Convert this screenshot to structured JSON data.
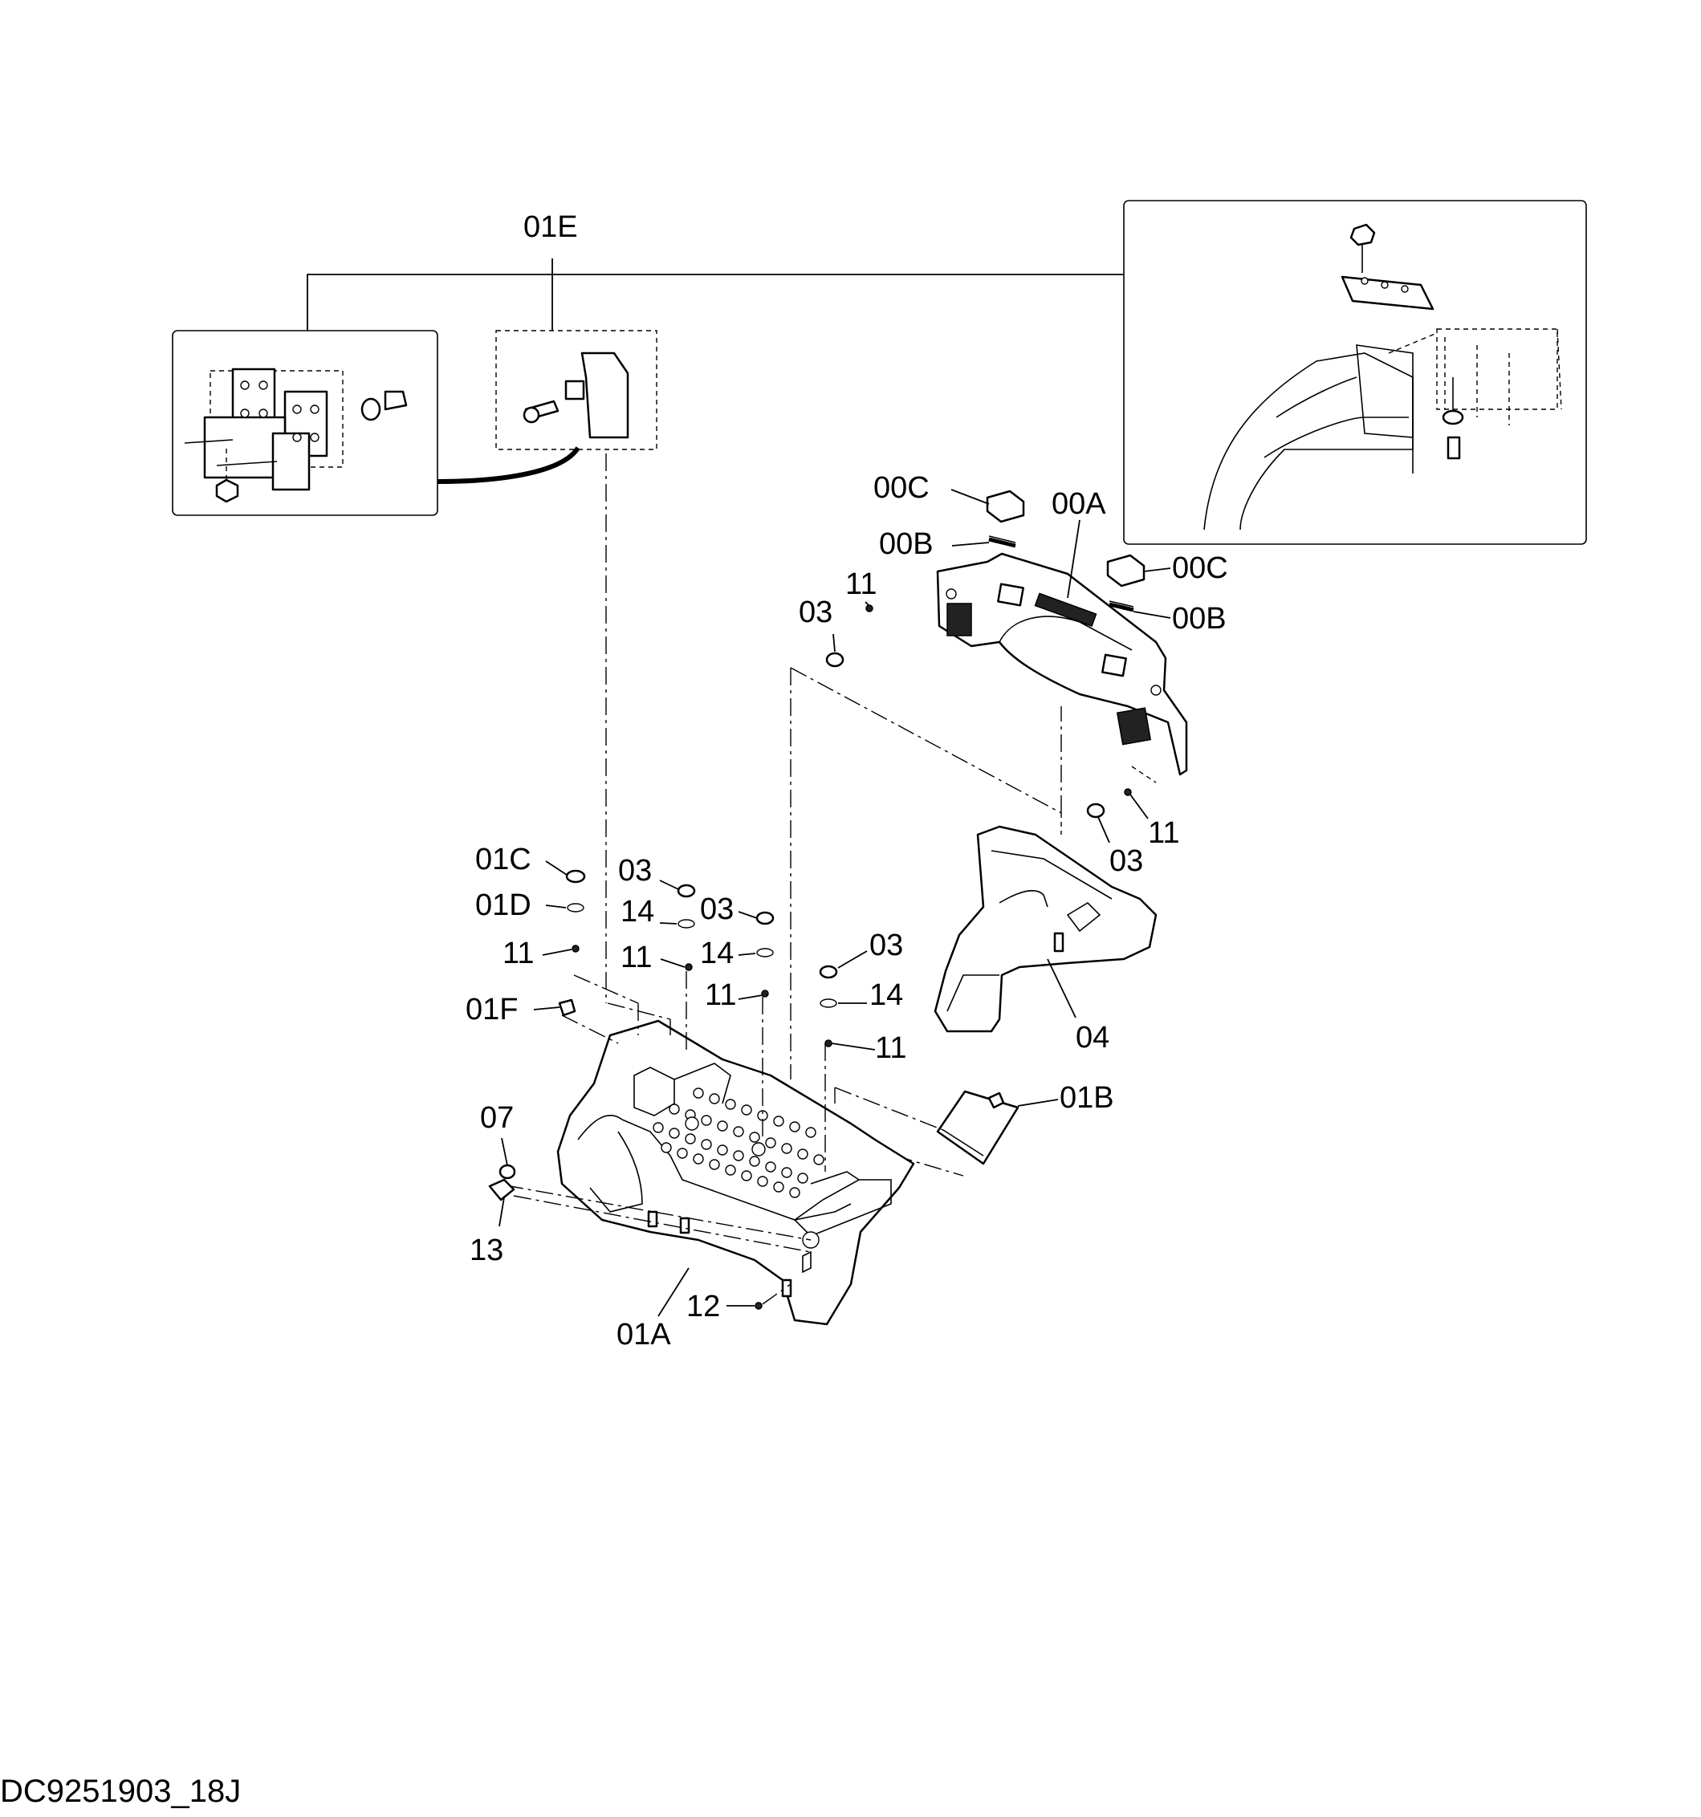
{
  "diagram_code": "DC9251903_18J",
  "callouts": {
    "c_01E": "01E",
    "c_00C_a": "00C",
    "c_00A": "00A",
    "c_00B_a": "00B",
    "c_00C_b": "00C",
    "c_00B_b": "00B",
    "c_03_a": "03",
    "c_11_a": "11",
    "c_11_b": "11",
    "c_03_b": "03",
    "c_01C": "01C",
    "c_01D": "01D",
    "c_11_c": "11",
    "c_03_c": "03",
    "c_14_a": "14",
    "c_03_d": "03",
    "c_11_d": "11",
    "c_14_b": "14",
    "c_03_e": "03",
    "c_14_c": "14",
    "c_11_e": "11",
    "c_01F": "01F",
    "c_04": "04",
    "c_11_f": "11",
    "c_01B": "01B",
    "c_07": "07",
    "c_13": "13",
    "c_12": "12",
    "c_01A": "01A"
  }
}
